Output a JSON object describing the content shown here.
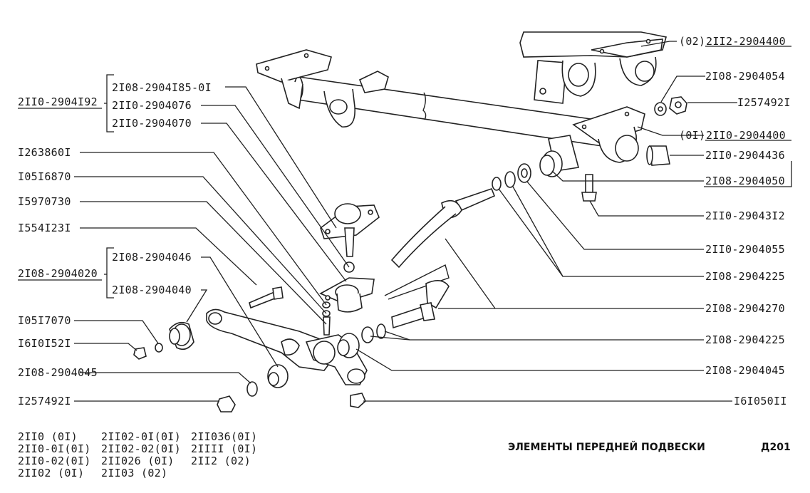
{
  "title": "ЭЛЕМЕНТЫ ПЕРЕДНЕЙ ПОДВЕСКИ",
  "page_code": "Д201",
  "groups": {
    "stabilizer": "2II0-2904I92",
    "lever": "2I08-2904020"
  },
  "labels": {
    "l1": "2I08-2904I85-0I",
    "l2": "2II0-2904076",
    "l3": "2II0-2904070",
    "l4": "I263860I",
    "l5": "I05I6870",
    "l6": "I5970730",
    "l7": "I554I23I",
    "l8": "2I08-2904046",
    "l9": "2I08-2904040",
    "l10": "I05I7070",
    "l11": "I6I0I52I",
    "l12": "2I08-2904045",
    "l13": "I257492I",
    "r1_prefix": "(02)",
    "r1": "2II2-2904400",
    "r2": "2I08-2904054",
    "r3": "I257492I",
    "r4_prefix": "(0I)",
    "r4": "2II0-2904400",
    "r5": "2II0-2904436",
    "r6": "2I08-2904050",
    "r7": "2II0-29043I2",
    "r8": "2II0-2904055",
    "r9": "2I08-2904225",
    "r10": "2I08-2904270",
    "r11": "2I08-2904225",
    "r12": "2I08-2904045",
    "r13": "I6I050II"
  },
  "models": [
    [
      "2II0 (0I)",
      "2II0-0I(0I)",
      "2II0-02(0I)",
      "2II02 (0I)"
    ],
    [
      "2II02-0I(0I)",
      "2II02-02(0I)",
      "2II026 (0I)",
      "2II03 (02)"
    ],
    [
      "2II036(0I)",
      "2IIII (0I)",
      "2II2 (02)"
    ]
  ]
}
